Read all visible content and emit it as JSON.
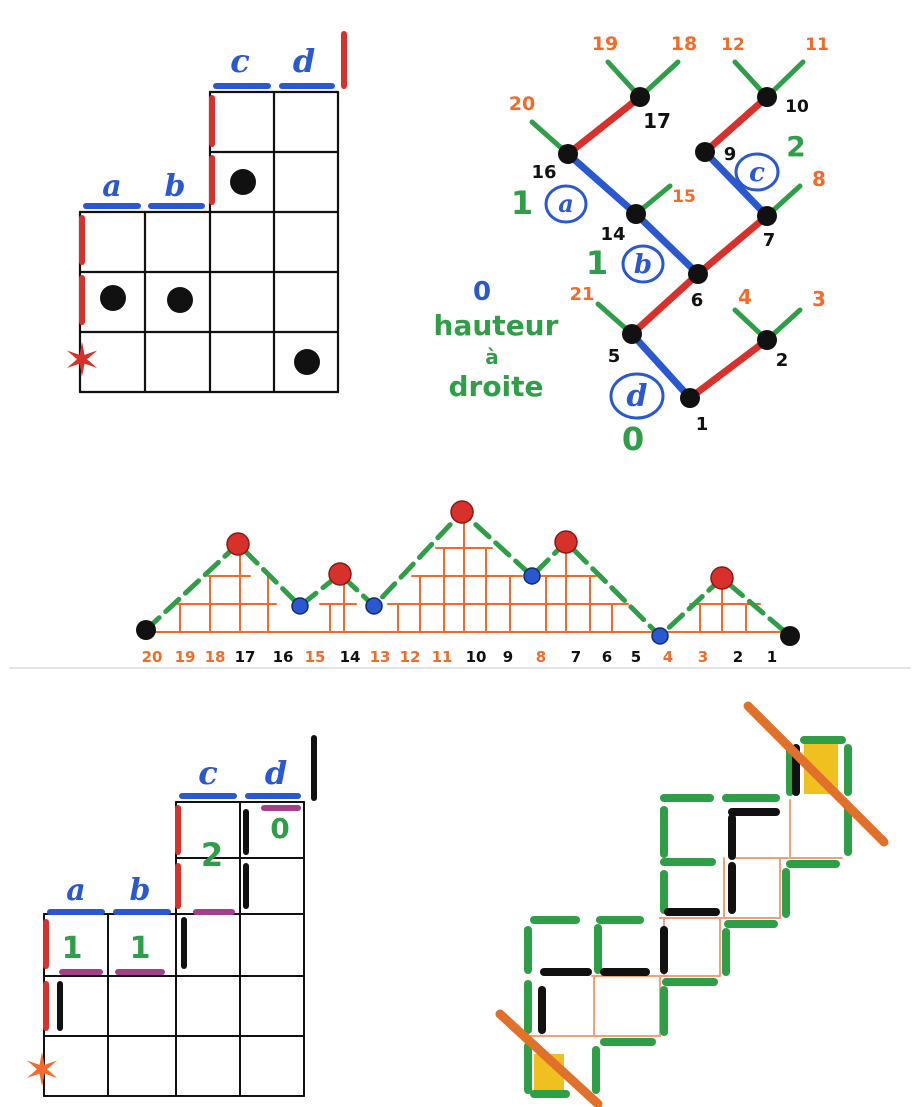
{
  "colors": {
    "grid": "#111111",
    "red": "#d8302a",
    "blue": "#2a58d0",
    "green": "#2e9e47",
    "orange": "#f26b2a",
    "purple": "#a43f8e",
    "black": "#111111",
    "yellow": "#f0c020",
    "peach": "#f2a07a"
  },
  "top_ferrers": {
    "col_letters": [
      "a",
      "b",
      "c",
      "d"
    ],
    "star": "✶",
    "dots": 4
  },
  "tree": {
    "black_labels": {
      "n17": "17",
      "n10": "10",
      "n16": "16",
      "n9": "9",
      "n14": "14",
      "n7": "7",
      "n6": "6",
      "n5": "5",
      "n2": "2",
      "n1": "1"
    },
    "orange_labels": {
      "n19": "19",
      "n18": "18",
      "n12": "12",
      "n11": "11",
      "n20": "20",
      "n15": "15",
      "n8": "8",
      "n21": "21",
      "n4": "4",
      "n3": "3"
    },
    "circled": {
      "a": "a",
      "b": "b",
      "c": "c",
      "d": "d"
    },
    "green_numbers": {
      "a": "1",
      "b": "1",
      "c": "2",
      "d": "0"
    },
    "text": {
      "zero": "0",
      "line1": "hauteur",
      "line2": "à",
      "line3": "droite"
    }
  },
  "dyck_path": {
    "axis_labels": [
      "20",
      "19",
      "18",
      "17",
      "16",
      "15",
      "14",
      "13",
      "12",
      "11",
      "10",
      "9",
      "8",
      "7",
      "6",
      "5",
      "4",
      "3",
      "2",
      "1"
    ]
  },
  "bottom_ferrers": {
    "col_letters": [
      "a",
      "b",
      "c",
      "d"
    ],
    "green_numbers": {
      "a": "1",
      "b": "1",
      "c": "2",
      "d": "0"
    },
    "star": "✶"
  },
  "staircase": {}
}
